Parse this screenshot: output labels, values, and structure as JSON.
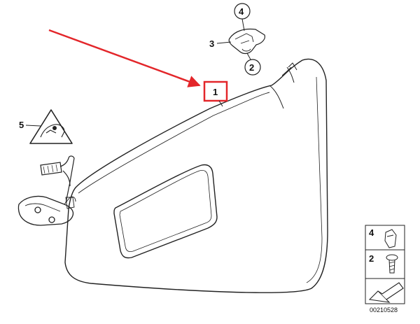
{
  "callouts": {
    "part_1": "1",
    "part_2": "2",
    "part_3": "3",
    "part_4": "4",
    "part_5": "5"
  },
  "legend": {
    "item_4": "4",
    "item_2": "2"
  },
  "diagram_number": "00210528",
  "colors": {
    "arrow": "#e3262a",
    "highlight_box": "#e3262a",
    "line": "#222222"
  }
}
